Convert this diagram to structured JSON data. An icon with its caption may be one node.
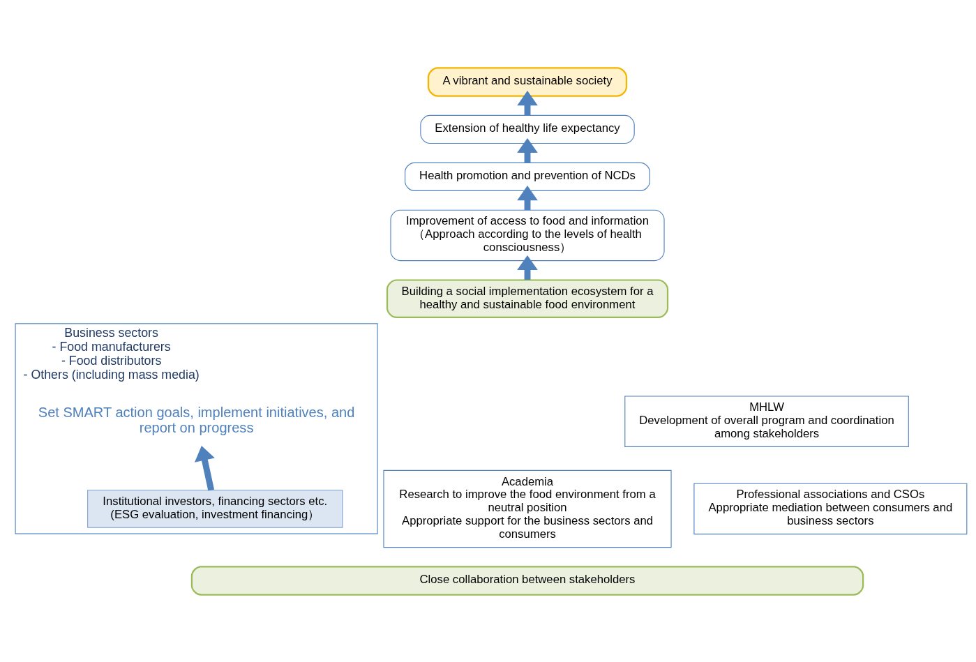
{
  "diagram": {
    "nodes": [
      {
        "text": [
          "A vibrant and sustainable society"
        ]
      },
      {
        "text": [
          "Extension of healthy life expectancy"
        ]
      },
      {
        "text": [
          "Health promotion and prevention of NCDs"
        ]
      },
      {
        "text": [
          "Improvement of access to food and information",
          "（Approach according to the levels of health consciousness）"
        ]
      },
      {
        "text": [
          "Building a social implementation ecosystem for a healthy and sustainable food environment"
        ]
      },
      {
        "text": [
          "Business sectors",
          "- Food manufacturers",
          "- Food distributors",
          "- Others (including mass media)"
        ]
      },
      {
        "text": [
          "Set SMART action goals, implement initiatives, and report on progress"
        ],
        "in": 5
      },
      {
        "text": [
          "Institutional investors, financing sectors etc.",
          "(ESG evaluation, investment financing）"
        ],
        "in": 5
      },
      {
        "text": [
          "Academia",
          "Research to improve the food environment from a neutral position",
          "Appropriate support for the business sectors and consumers"
        ]
      },
      {
        "text": [
          "MHLW",
          "Development of overall program and coordination among stakeholders"
        ]
      },
      {
        "text": [
          "Professional associations and CSOs",
          "Appropriate mediation between consumers and business sectors"
        ]
      },
      {
        "text": [
          "Close collaboration between stakeholders"
        ]
      }
    ],
    "edges": [
      {
        "from": 1,
        "to": 0,
        "arrow": "to"
      },
      {
        "from": 2,
        "to": 1,
        "arrow": "to"
      },
      {
        "from": 3,
        "to": 2,
        "arrow": "to"
      },
      {
        "from": 4,
        "to": 3,
        "arrow": "to"
      },
      {
        "from": 7,
        "to": 6,
        "arrow": "to"
      }
    ]
  }
}
